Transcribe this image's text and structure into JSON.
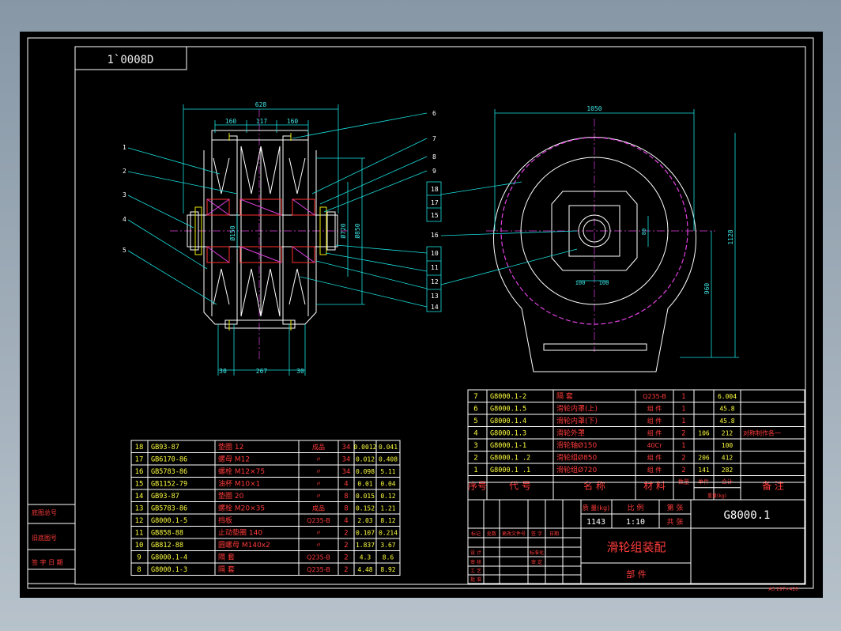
{
  "drawing_code_rotated": "1`0008D",
  "dimensions": {
    "overall_width": "628",
    "left_sub": "160",
    "mid_sub": "117",
    "right_sub": "160",
    "shaft_dia": "Ø150",
    "d720": "Ø720",
    "d850": "Ø850",
    "bottom_left": "30",
    "bottom_mid": "267",
    "bottom_right": "30",
    "side_width": "1050",
    "side_height": "1128",
    "side_sub_h": "960",
    "side_100a": "100",
    "side_100b": "100",
    "side_80": "80"
  },
  "callouts": {
    "left": [
      "1",
      "2",
      "3",
      "4",
      "5"
    ],
    "right_front": [
      "6",
      "7",
      "8",
      "9",
      "10",
      "11",
      "12",
      "13",
      "14"
    ],
    "right_side": [
      "15",
      "16",
      "17",
      "18"
    ]
  },
  "parts": [
    {
      "no": "18",
      "code": "GB93-87",
      "name": "垫圈 12",
      "mat": "成品",
      "qty": "34",
      "unit": "0.0012",
      "total": "0.041",
      "note": ""
    },
    {
      "no": "17",
      "code": "GB6170-86",
      "name": "螺母 M12",
      "mat": "〃",
      "qty": "34",
      "unit": "0.012",
      "total": "0.408",
      "note": ""
    },
    {
      "no": "16",
      "code": "GB5783-86",
      "name": "螺栓 M12×75",
      "mat": "〃",
      "qty": "34",
      "unit": "0.098",
      "total": "5.11",
      "note": ""
    },
    {
      "no": "15",
      "code": "GB1152-79",
      "name": "油杯 M10×1",
      "mat": "〃",
      "qty": "4",
      "unit": "0.01",
      "total": "0.04",
      "note": ""
    },
    {
      "no": "14",
      "code": "GB93-87",
      "name": "垫圈 20",
      "mat": "〃",
      "qty": "8",
      "unit": "0.015",
      "total": "0.12",
      "note": ""
    },
    {
      "no": "13",
      "code": "GB5783-86",
      "name": "螺栓 M20×35",
      "mat": "成品",
      "qty": "8",
      "unit": "0.152",
      "total": "1.21",
      "note": ""
    },
    {
      "no": "12",
      "code": "G8000.1-5",
      "name": "挡板",
      "mat": "Q235-B",
      "qty": "4",
      "unit": "2.03",
      "total": "8.12",
      "note": ""
    },
    {
      "no": "11",
      "code": "GB858-88",
      "name": "止动垫圈 140",
      "mat": "〃",
      "qty": "2",
      "unit": "0.107",
      "total": "0.214",
      "note": ""
    },
    {
      "no": "10",
      "code": "GB812-88",
      "name": "圆螺母 M140x2",
      "mat": "〃",
      "qty": "2",
      "unit": "1.837",
      "total": "3.67",
      "note": ""
    },
    {
      "no": "9",
      "code": "G8000.1-4",
      "name": "隔 套",
      "mat": "Q235-B",
      "qty": "2",
      "unit": "4.3",
      "total": "8.6",
      "note": ""
    },
    {
      "no": "8",
      "code": "G8000.1-3",
      "name": "隔 套",
      "mat": "Q235-B",
      "qty": "2",
      "unit": "4.48",
      "total": "8.92",
      "note": ""
    },
    {
      "no": "7",
      "code": "G8000.1-2",
      "name": "隔 套",
      "mat": "Q235-B",
      "qty": "1",
      "unit": "",
      "total": "6.004",
      "note": ""
    },
    {
      "no": "6",
      "code": "G8000.1.5",
      "name": "滑轮内罩(上)",
      "mat": "组 件",
      "qty": "1",
      "unit": "",
      "total": "45.8",
      "note": ""
    },
    {
      "no": "5",
      "code": "G8000.1.4",
      "name": "滑轮内罩(下)",
      "mat": "组 件",
      "qty": "1",
      "unit": "",
      "total": "45.8",
      "note": ""
    },
    {
      "no": "4",
      "code": "G8000.1.3",
      "name": "滑轮外罩",
      "mat": "组 件",
      "qty": "2",
      "unit": "106",
      "total": "212",
      "note": "对称制作各一"
    },
    {
      "no": "3",
      "code": "G8000.1-1",
      "name": "滑轮轴Ø150",
      "mat": "40Cr",
      "qty": "1",
      "unit": "",
      "total": "100",
      "note": ""
    },
    {
      "no": "2",
      "code": "G8000.1 .2",
      "name": "滑轮组Ø850",
      "mat": "组 件",
      "qty": "2",
      "unit": "206",
      "total": "412",
      "note": ""
    },
    {
      "no": "1",
      "code": "G8000.1 .1",
      "name": "滑轮组Ø720",
      "mat": "组 件",
      "qty": "2",
      "unit": "141",
      "total": "282",
      "note": ""
    }
  ],
  "header_row": [
    "序号",
    "代 号",
    "名 称",
    "材 料",
    "数量",
    "单件",
    "合计",
    "备 注"
  ],
  "header_sub": "重量(kg)",
  "title_block": {
    "weight_label": "质 量(kg)",
    "scale_label": "比 例",
    "sheet_label": "第 张",
    "total_sheets_label": "共 张",
    "weight": "1143",
    "scale": "1:10",
    "drawing_no": "G8000.1",
    "title": "滑轮组装配",
    "subtitle": "部 件",
    "rev_headers": [
      "标记",
      "处数",
      "更改文件号",
      "签 字",
      "日期"
    ],
    "roles": [
      "设 计",
      "审 核",
      "工 艺",
      "批 准"
    ],
    "roles_right": [
      "标准化",
      "审 定"
    ],
    "side_labels": [
      "底图总号",
      "旧底图号",
      "签 字 日 期"
    ],
    "paper": "A3 297×420"
  }
}
